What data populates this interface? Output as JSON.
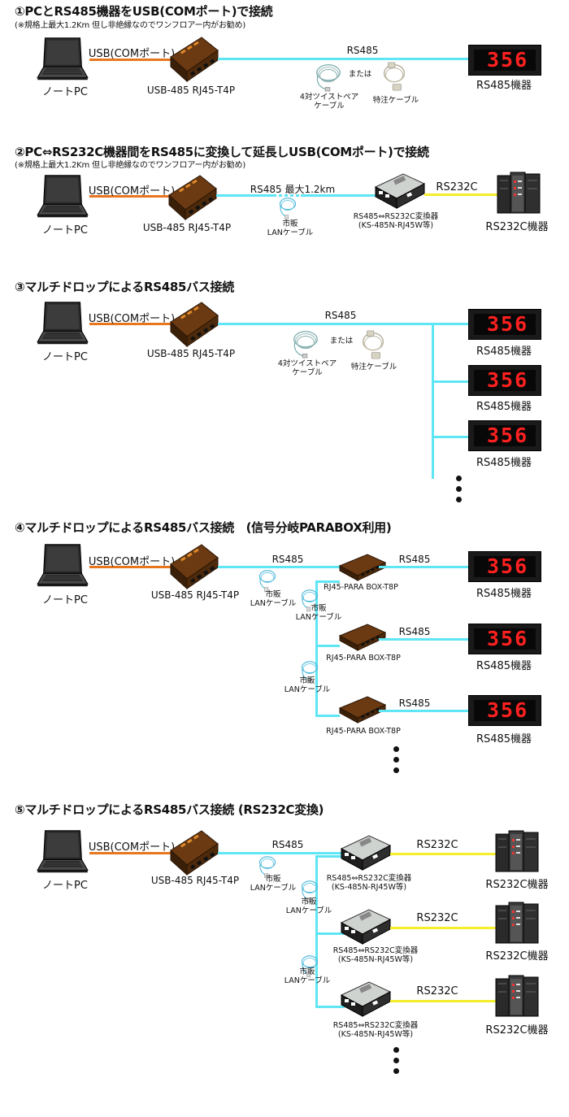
{
  "sections": [
    {
      "title": "①PCとRS485機器をUSB(COMポート)で接続",
      "note": "(※規格上最大1.2Km 但し非絶縁なのでワンフロアー内がお勧め)",
      "pc_label": "ノートPC",
      "usb_label": "USB(COMポート)",
      "converter_label": "USB-485 RJ45-T4P",
      "bus_label": "RS485",
      "cable1_label": "4対ツイストペア\nケーブル",
      "or_label": "または",
      "cable2_label": "特注ケーブル",
      "device_label": "RS485機器",
      "display_value": "356"
    },
    {
      "title": "②PC⇔RS232C機器間をRS485に変換して延長しUSB(COMポート)で接続",
      "note": "(※規格上最大1.2Km 但し非絶縁なのでワンフロアー内がお勧め)",
      "pc_label": "ノートPC",
      "usb_label": "USB(COMポート)",
      "converter_label": "USB-485 RJ45-T4P",
      "bus_label": "RS485 最大1.2km",
      "lan_label": "市販\nLANケーブル",
      "box_label": "RS485⇔RS232C変換器\n(KS-485N-RJ45W等)",
      "rs232_label": "RS232C",
      "device_label": "RS232C機器"
    },
    {
      "title": "③マルチドロップによるRS485バス接続",
      "pc_label": "ノートPC",
      "usb_label": "USB(COMポート)",
      "converter_label": "USB-485 RJ45-T4P",
      "bus_label": "RS485",
      "cable1_label": "4対ツイストペア\nケーブル",
      "or_label": "または",
      "cable2_label": "特注ケーブル",
      "device_label": "RS485機器",
      "display_value": "356"
    },
    {
      "title": "④マルチドロップによるRS485バス接続　(信号分岐PARABOX利用)",
      "pc_label": "ノートPC",
      "usb_label": "USB(COMポート)",
      "converter_label": "USB-485 RJ45-T4P",
      "bus_label": "RS485",
      "lan_label": "市販\nLANケーブル",
      "parabox_label": "RJ45-PARA BOX-T8P",
      "out_label": "RS485",
      "device_label": "RS485機器",
      "display_value": "356"
    },
    {
      "title": "⑤マルチドロップによるRS485バス接続 (RS232C変換)",
      "pc_label": "ノートPC",
      "usb_label": "USB(COMポート)",
      "converter_label": "USB-485 RJ45-T4P",
      "bus_label": "RS485",
      "lan_label": "市販\nLANケーブル",
      "box_label": "RS485⇔RS232C変換器\n(KS-485N-RJ45W等)",
      "rs232_label": "RS232C",
      "device_label": "RS232C機器"
    }
  ],
  "colors": {
    "usb_line": "#e8761e",
    "rs485_line": "#5fe6f5",
    "rs232_line": "#f5ee2a",
    "display_digits": "#ff2020"
  },
  "icons": [
    "laptop-icon",
    "usb-rs485-converter-icon",
    "twisted-pair-cable-icon",
    "custom-cable-icon",
    "lan-cable-icon",
    "rs485-display-device-icon",
    "rs232c-converter-box-icon",
    "rs232c-device-icon",
    "parabox-icon"
  ]
}
